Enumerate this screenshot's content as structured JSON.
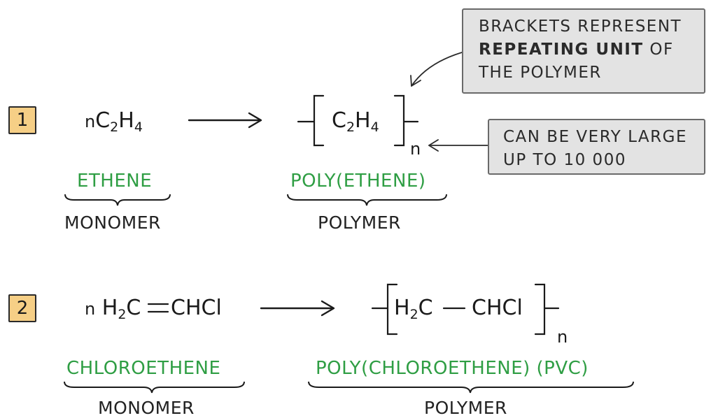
{
  "reaction1": {
    "number": "1",
    "reactant_coef": "n",
    "reactant_main": "C",
    "reactant_sub1": "2",
    "reactant_h": "H",
    "reactant_sub2": "4",
    "product_main": "C",
    "product_sub1": "2",
    "product_h": "H",
    "product_sub2": "4",
    "repeat_n": "n",
    "reactant_name": "ETHENE",
    "reactant_role": "MONOMER",
    "product_name": "POLY(ETHENE)",
    "product_role": "POLYMER"
  },
  "reaction2": {
    "number": "2",
    "reactant_coef": "n",
    "reactant_left": "H",
    "reactant_sub": "2",
    "reactant_c": "C",
    "reactant_right": "CHCl",
    "product_left": "H",
    "product_sub": "2",
    "product_c": "C",
    "product_right": "CHCl",
    "repeat_n": "n",
    "reactant_name": "CHLOROETHENE",
    "reactant_role": "MONOMER",
    "product_name": "POLY(CHLOROETHENE) (PVC)",
    "product_role": "POLYMER"
  },
  "callout_brackets": {
    "line1": "BRACKETS REPRESENT",
    "line2_bold": "REPEATING UNIT",
    "line2_rest": " OF",
    "line3": "THE POLYMER"
  },
  "callout_n": {
    "line1": "CAN BE VERY LARGE",
    "line2": "UP TO 10 000"
  },
  "colors": {
    "name_green": "#2f9e44",
    "number_box_fill": "#f6cf86",
    "callout_fill": "#e3e3e3"
  }
}
